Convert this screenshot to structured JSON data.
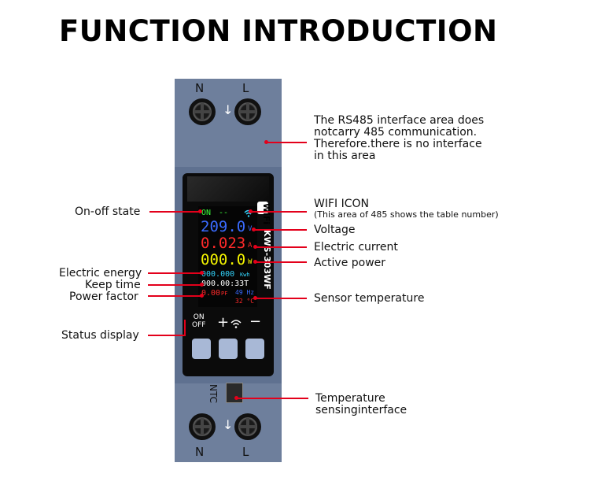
{
  "title": "FUNCTION INTRODUCTION",
  "device": {
    "terminal_labels": {
      "n": "N",
      "l": "L"
    },
    "model_text": "KWS-303WF",
    "wifi_badge": "WiFi",
    "ntc_label": "NTC",
    "screen": {
      "state": "ON",
      "dashes": "--",
      "voltage": "209.0",
      "voltage_unit": "V",
      "current": "0.023",
      "current_unit": "A",
      "power": "000.0",
      "power_unit": "W",
      "energy": "000.000",
      "energy_unit": "Kwh",
      "time": "000.00:33T",
      "pf": "0.00",
      "pf_unit": "PF",
      "freq": "49 Hz",
      "temp": "32 °C"
    },
    "buttons": {
      "on_off": "ON\nOFF",
      "plus": "+",
      "minus": "−"
    }
  },
  "annotations": {
    "rs485": "The RS485 interface area does notcarry 485 communication. Therefore.there is no interface in this area",
    "rs485_lines": [
      "The RS485 interface area does",
      "notcarry 485 communication.",
      "Therefore.there is no interface",
      "in this area"
    ],
    "wifi_icon": "WIFI ICON",
    "wifi_note": "(This area of 485 shows the table number)",
    "voltage": "Voltage",
    "current": "Electric current",
    "active_power": "Active power",
    "sensor_temp": "Sensor temperature",
    "temp_interface_1": "Temperature",
    "temp_interface_2": "sensinginterface",
    "on_off_state": "On-off state",
    "energy": "Electric energy",
    "keep_time": "Keep time",
    "power_factor": "Power factor",
    "status_display": "Status display"
  },
  "colors": {
    "accent_line": "#e3001b",
    "device_body": "#5f7190",
    "screen_green": "#3cff3c",
    "screen_blue": "#3a6bff",
    "screen_red": "#ff2a2a",
    "screen_yellow": "#f5f500",
    "screen_cyan": "#33d6ff"
  }
}
